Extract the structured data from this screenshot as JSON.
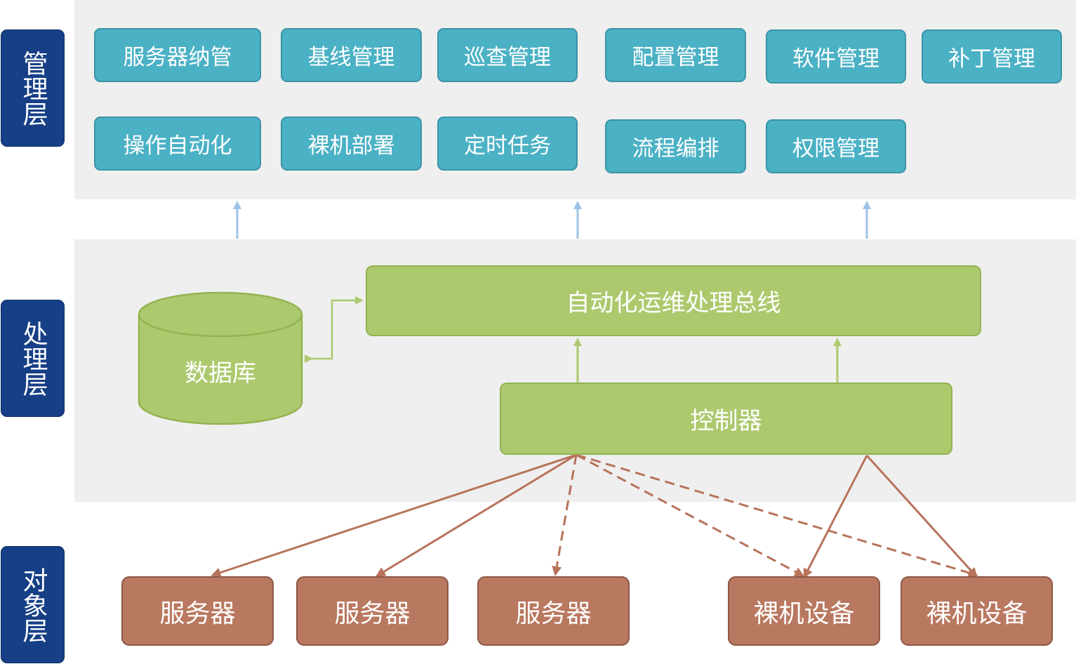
{
  "layers": {
    "management": "管理层",
    "processing": "处理层",
    "object": "对象层"
  },
  "management_modules": [
    "服务器纳管",
    "基线管理",
    "巡查管理",
    "配置管理",
    "软件管理",
    "补丁管理",
    "操作自动化",
    "裸机部署",
    "定时任务",
    "流程编排",
    "权限管理"
  ],
  "processing": {
    "bus": "自动化运维处理总线",
    "database": "数据库",
    "controller": "控制器"
  },
  "objects": [
    "服务器",
    "服务器",
    "服务器",
    "裸机设备",
    "裸机设备"
  ],
  "colors": {
    "layer_label": "#163f86",
    "module": "#4bb1c5",
    "processing_box": "#adc96e",
    "object_box": "#b97860",
    "up_arrow": "#9dc3e6",
    "connector_red": "#b7735b"
  }
}
